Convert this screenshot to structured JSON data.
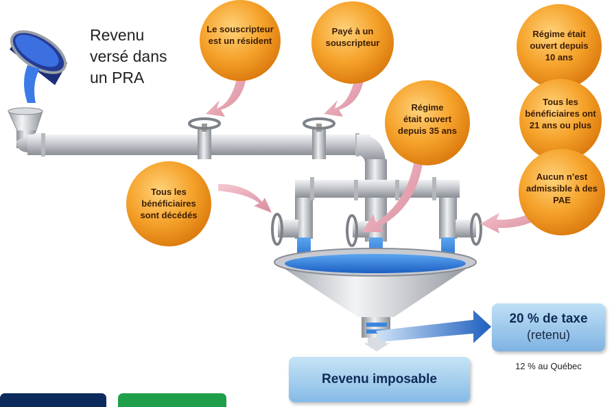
{
  "intro": {
    "line1": "Revenu",
    "line2": "versé dans",
    "line3": "un PRA"
  },
  "conditions": {
    "resident": {
      "line1": "Le souscripteur",
      "line2": "est un résident"
    },
    "paid": {
      "line1": "Payé à un",
      "line2": "souscripteur"
    },
    "deceased": {
      "line1": "Tous les",
      "line2": "bénéficiaires",
      "line3": "sont décédés"
    },
    "open35": {
      "line1": "Régime",
      "line2": "était ouvert",
      "line3": "depuis 35 ans"
    },
    "open10": {
      "line1": "Régime était",
      "line2": "ouvert depuis",
      "line3": "10 ans"
    },
    "age21": {
      "line1": "Tous les",
      "line2": "bénéficiaires ont",
      "line3": "21 ans ou plus"
    },
    "pae": {
      "line1": "Aucun n’est",
      "line2": "admissible à des",
      "line3": "PAE"
    }
  },
  "tax": {
    "title": "20 % de taxe",
    "subtitle": "(retenu)",
    "quebec_note": "12 % au Québec"
  },
  "result": {
    "label": "Revenu imposable"
  },
  "colors": {
    "bubble": "#f39a1c",
    "pipe": "#c9ccd1",
    "water": "#2f7ad6",
    "arrow": "#e6a1b0",
    "box": "#86bbe6"
  }
}
